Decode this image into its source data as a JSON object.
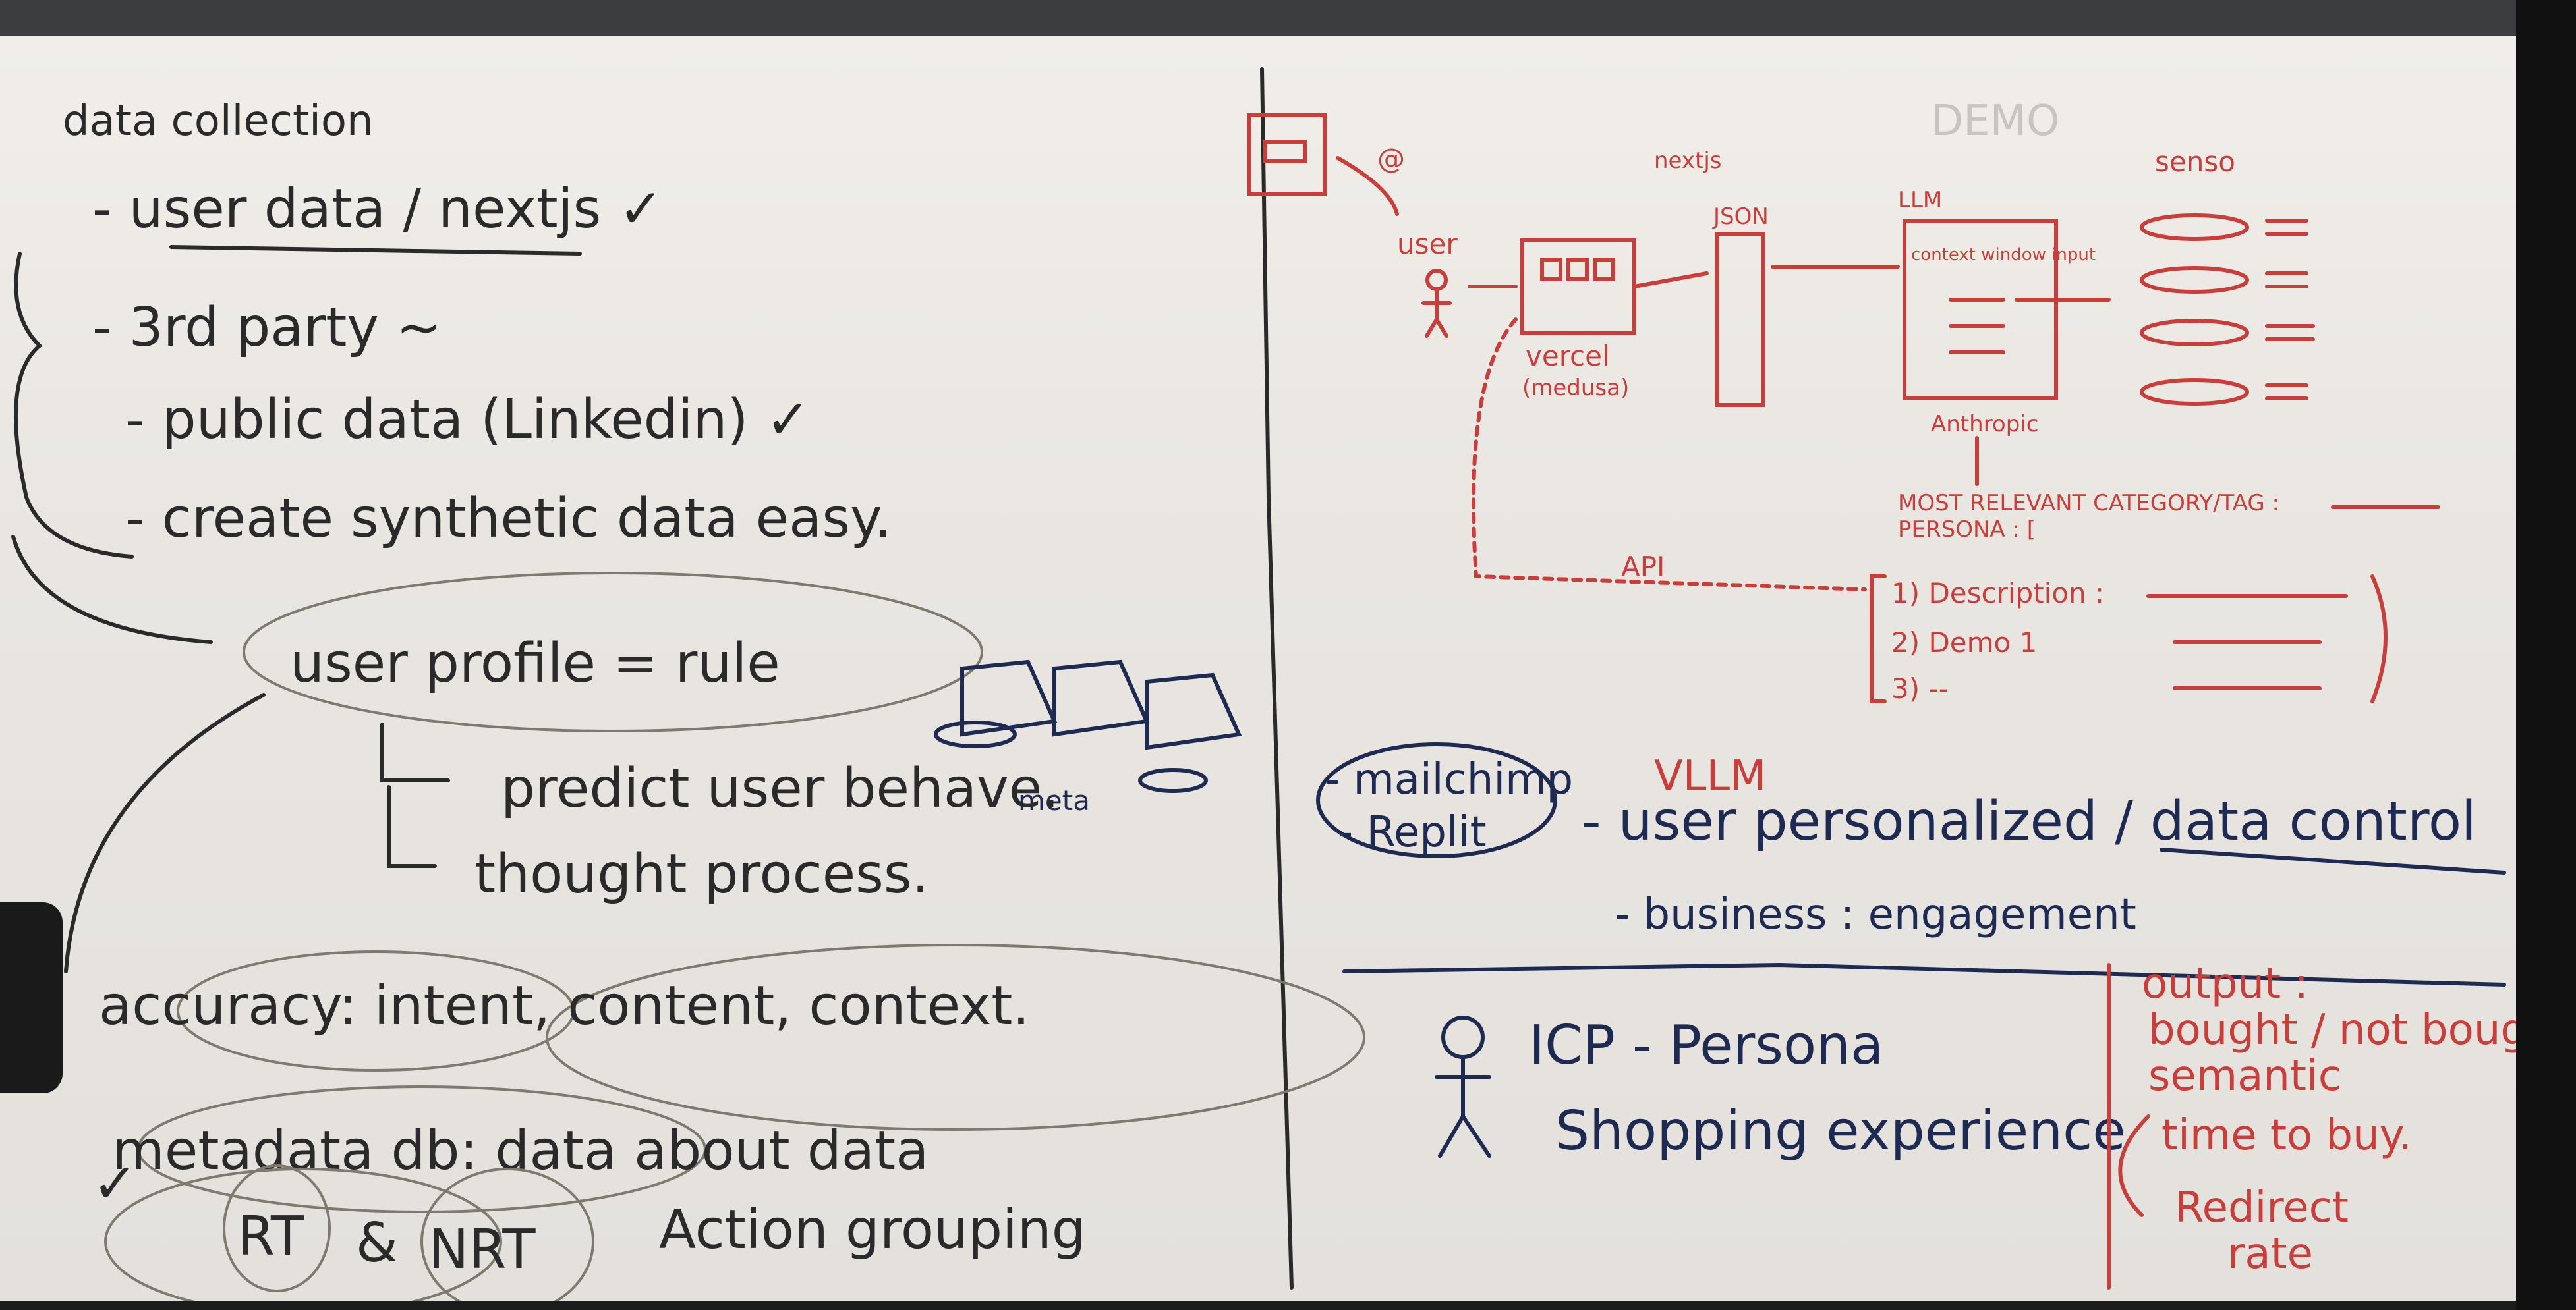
{
  "left": {
    "heading": "data collection",
    "items": [
      "- user data / nextjs ✓",
      "- 3rd party ~",
      "- public data (Linkedin) ✓",
      "- create synthetic data easy."
    ],
    "profile": "user profile = rule",
    "profile_subs": [
      "predict user behave.",
      "thought process."
    ],
    "meta_label": "meta",
    "accuracy": "accuracy: intent, content, context.",
    "metadata": "metadata db: data about data",
    "rt": "RT",
    "and": "&",
    "nrt": "NRT",
    "action": "Action grouping"
  },
  "right": {
    "user_label": "user",
    "at": "@",
    "nextjs": "nextjs",
    "vercel": "vercel",
    "medusa": "(medusa)",
    "json": "JSON",
    "llm": "LLM",
    "llm_sub": "context window input",
    "anthropic": "Anthropic",
    "demo": "DEMO",
    "senso": "senso",
    "api": "API",
    "most_relevant": "MOST RELEVANT CATEGORY/TAG :",
    "persona": "PERSONA : [",
    "list": [
      "1) Description :",
      "2) Demo 1",
      "3) --"
    ],
    "mailchimp": "- mailchimp",
    "replit": "- Replit",
    "vllm": "VLLM",
    "user_personal": "- user personalized / data control",
    "business": "- business : engagement",
    "icp": "ICP - Persona",
    "shopping": "Shopping experience",
    "output": [
      "output :",
      "bought / not bought",
      "semantic",
      "time to buy.",
      "Redirect",
      "rate"
    ]
  },
  "colors": {
    "black_marker": "#2a2a2a",
    "navy_marker": "#1f2a52",
    "red_marker": "#c93d3a",
    "board": "#ece9e5"
  }
}
